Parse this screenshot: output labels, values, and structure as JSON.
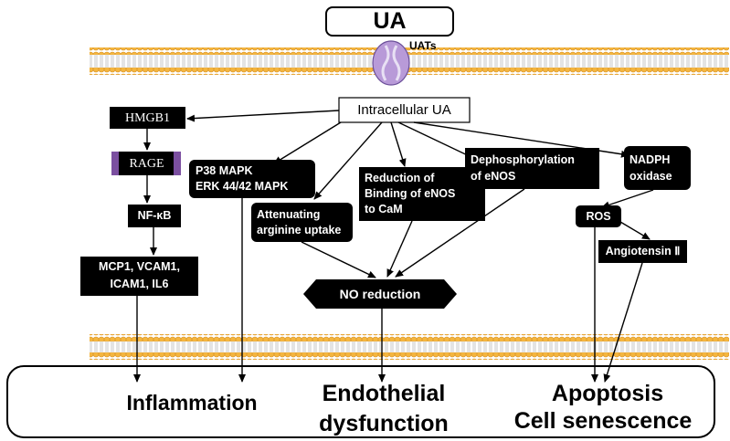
{
  "title": "UA",
  "transporter_label": "UATs",
  "intracellular": "Intracellular UA",
  "nodes": {
    "hmgb1": "HMGB1",
    "rage": "RAGE",
    "nfkb": "NF-κB",
    "cytokines_line1": "MCP1, VCAM1,",
    "cytokines_line2": "ICAM1, IL6",
    "mapk_line1": "P38 MAPK",
    "mapk_line2": "ERK 44/42 MAPK",
    "arginine_line1": "Attenuating",
    "arginine_line2": "arginine  uptake",
    "binding_line1": "Reduction of",
    "binding_line2": "Binding of eNOS",
    "binding_line3": "to CaM",
    "dephos_line1": "Dephosphorylation",
    "dephos_line2": "of eNOS",
    "nadph_line1": "NADPH",
    "nadph_line2": "oxidase",
    "ros": "ROS",
    "angiotensin": "Angiotensin  Ⅱ",
    "no_reduction": "NO reduction"
  },
  "outcomes": {
    "inflammation": "Inflammation",
    "endothelial_line1": "Endothelial",
    "endothelial_line2": "dysfunction",
    "apoptosis": "Apoptosis",
    "senescence": "Cell senescence"
  },
  "colors": {
    "membrane_head": "#f4b53f",
    "membrane_tail": "#c8c8c8",
    "transporter": "#b89ad8",
    "box": "#000000",
    "rage_side": "#7b4fa0"
  }
}
